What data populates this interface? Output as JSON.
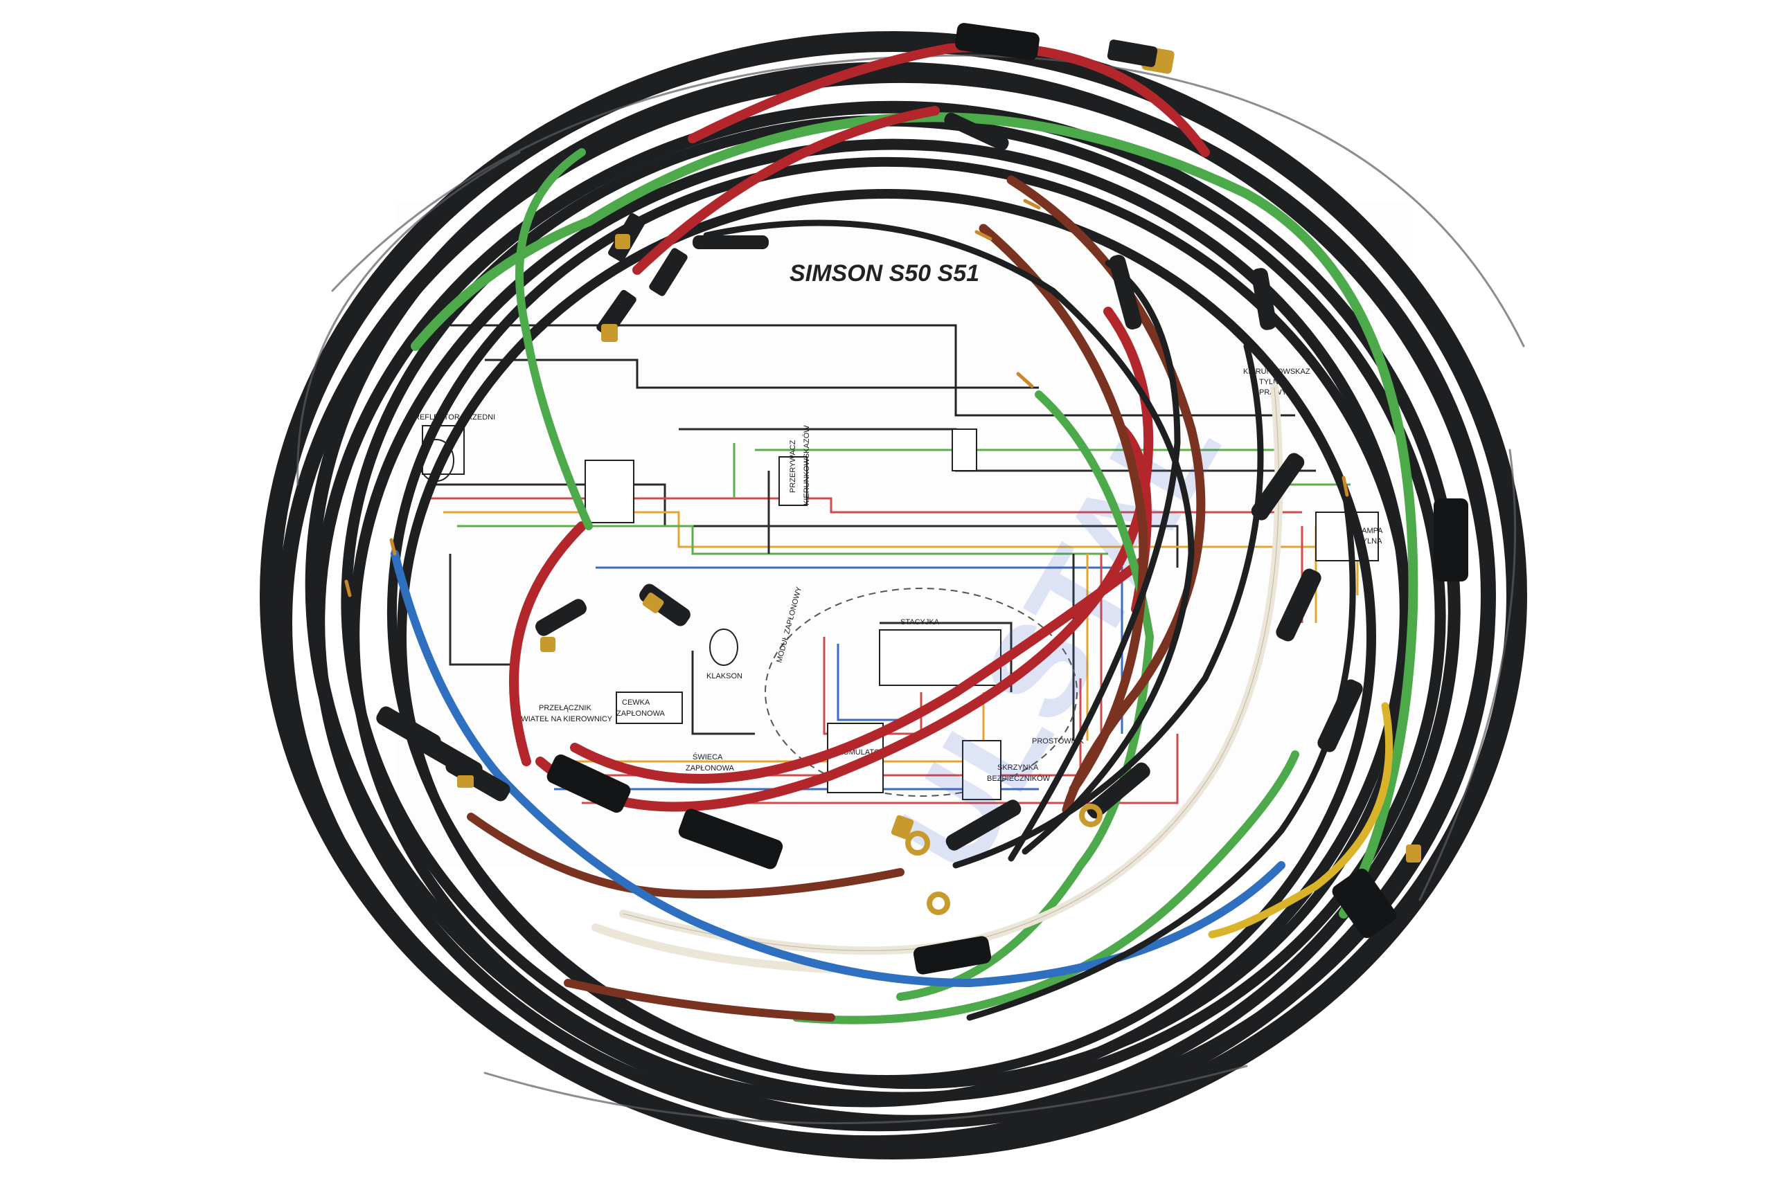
{
  "diagram": {
    "title": "SIMSON S50 S51",
    "labels": {
      "reflektor": "REFLEKTOR PRZEDNI",
      "przelacznik_1": "PRZEŁĄCZNIK",
      "przelacznik_2": "ŚWIATEŁ NA KIEROWNICY",
      "cewka_1": "CEWKA",
      "cewka_2": "ZAPŁONOWA",
      "swieca_1": "ŚWIECA",
      "swieca_2": "ZAPŁONOWA",
      "klakson": "KLAKSON",
      "modul": "MODUŁ ZAPŁONOWY",
      "stacyjka": "STACYJKA",
      "akumulator": "AKUMULATOR",
      "prostownik": "PROSTOWNIK",
      "skrzynka_1": "SKRZYNKA",
      "skrzynka_2": "BEZPIECZNIKÓW",
      "kierunkowskaz_1": "KIERUNKOWSKAZ",
      "kierunkowskaz_2": "TYLNY",
      "kierunkowskaz_3": "PRAWY",
      "lampa_1": "LAMPA",
      "lampa_2": "TYLNA",
      "przerywacz_1": "PRZERYWACZ",
      "przerywacz_2": "KIERUNKOWSKAZÓW"
    }
  },
  "watermark": "ULSTAL",
  "colors": {
    "background": "#ffffff",
    "sheath": "#1e1f21",
    "red": "#b3262b",
    "green": "#4caa4a",
    "brown": "#7a3320",
    "blue": "#2f6fc0",
    "white": "#ece6d8",
    "yellow": "#d9b42a",
    "brass": "#c89a2e"
  }
}
